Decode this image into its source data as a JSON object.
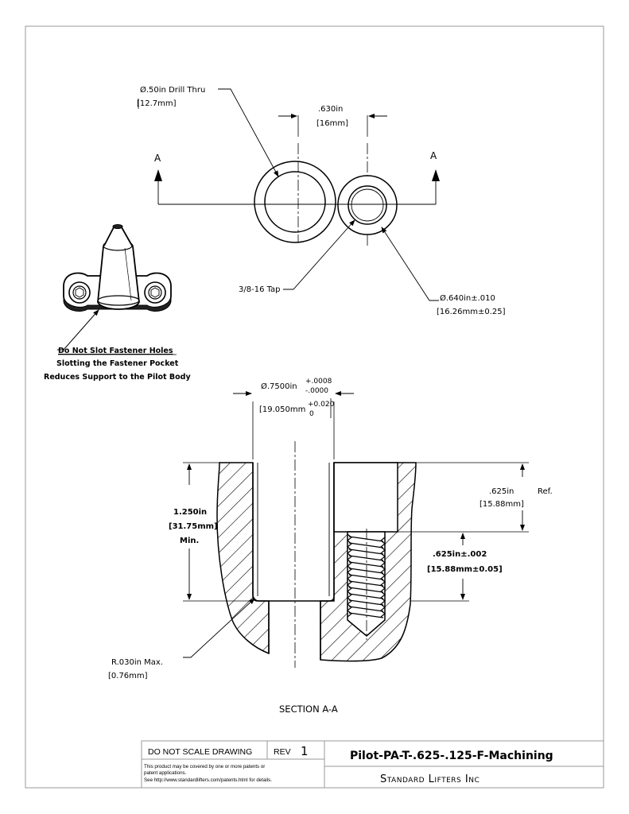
{
  "top_view": {
    "section_marker_left": "A",
    "section_marker_right": "A",
    "drill_dia_in": "Ø.50in  Drill Thru",
    "drill_dia_mm": "[12.7mm]",
    "spacing_in": ".630in",
    "spacing_mm": "[16mm]",
    "tap_label": "3/8-16 Tap",
    "tap_dia_in": "Ø.640in±.010",
    "tap_dia_mm": "[16.26mm±0.25]"
  },
  "iso_note": {
    "line1": "Do Not Slot Fastener Holes",
    "line2": "Slotting the Fastener Pocket",
    "line3": "Reduces Support to the Pilot Body"
  },
  "section": {
    "bore_dia_in": "Ø.7500in",
    "bore_tol_in_upper": "+.0008",
    "bore_tol_in_lower": "-.0000",
    "bore_dia_mm": "[19.050mm",
    "bore_tol_mm_upper": "+0.020",
    "bore_tol_mm_lower": "0",
    "depth_in": "1.250in",
    "depth_mm": "[31.75mm]",
    "depth_qual": "Min.",
    "cbore_in": ".625in",
    "cbore_ref": "Ref.",
    "cbore_mm": "[15.88mm]",
    "thread_in": ".625in±.002",
    "thread_mm": "[15.88mm±0.05]",
    "radius_in": "R.030in  Max.",
    "radius_mm": "[0.76mm]",
    "title": "SECTION A-A"
  },
  "title_block": {
    "no_scale": "DO NOT SCALE DRAWING",
    "rev_label": "REV",
    "rev_value": "1",
    "patent_line1": "This product may be covered by one or more patents or",
    "patent_line2": "patent applications.",
    "patent_line3": "See http://www.standardlifters.com/patents.html for details.",
    "part_name": "Pilot-PA-T-.625-.125-F-Machining",
    "company": "Standard Lifters Inc"
  }
}
